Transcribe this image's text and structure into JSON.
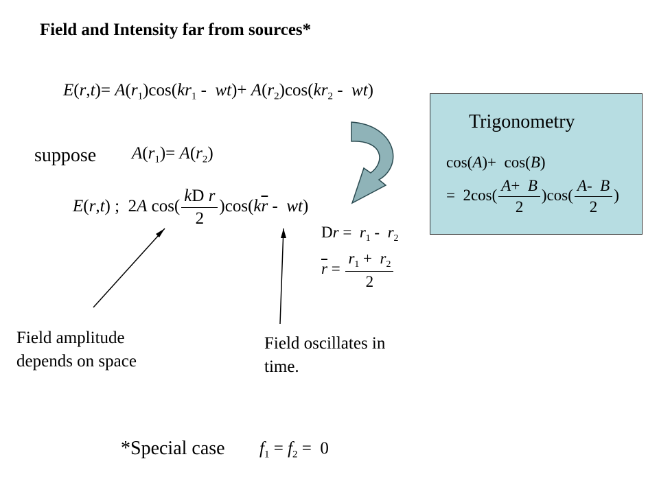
{
  "title": "Field and Intensity far from sources*",
  "eq_main": "E(r,t)= A(r1)cos(kr1 - wt)+ A(r2)cos(kr2 - wt)",
  "suppose_label": "suppose",
  "eq_suppose": "A(r1)= A(r2)",
  "eq_approx": "E(r,t) ; 2A cos(kDr/2)cos(kr - wt)",
  "eq_delta": "Dr = r1 - r2",
  "eq_rbar": "r = (r1 + r2)/2",
  "trig": {
    "title": "Trigonometry",
    "line1": "cos(A)+ cos(B)",
    "line2": "= 2cos((A+ B)/2)cos((A- B)/2)"
  },
  "annotations": {
    "amplitude": [
      "Field amplitude",
      "depends on space"
    ],
    "oscillates": [
      "Field oscillates in",
      "time."
    ]
  },
  "footnote": {
    "label": "*Special case",
    "eq": "f1 = f2 = 0"
  },
  "colors": {
    "trig_box_fill": "#b7dde2",
    "arrow_fill": "#8fb3b8"
  }
}
